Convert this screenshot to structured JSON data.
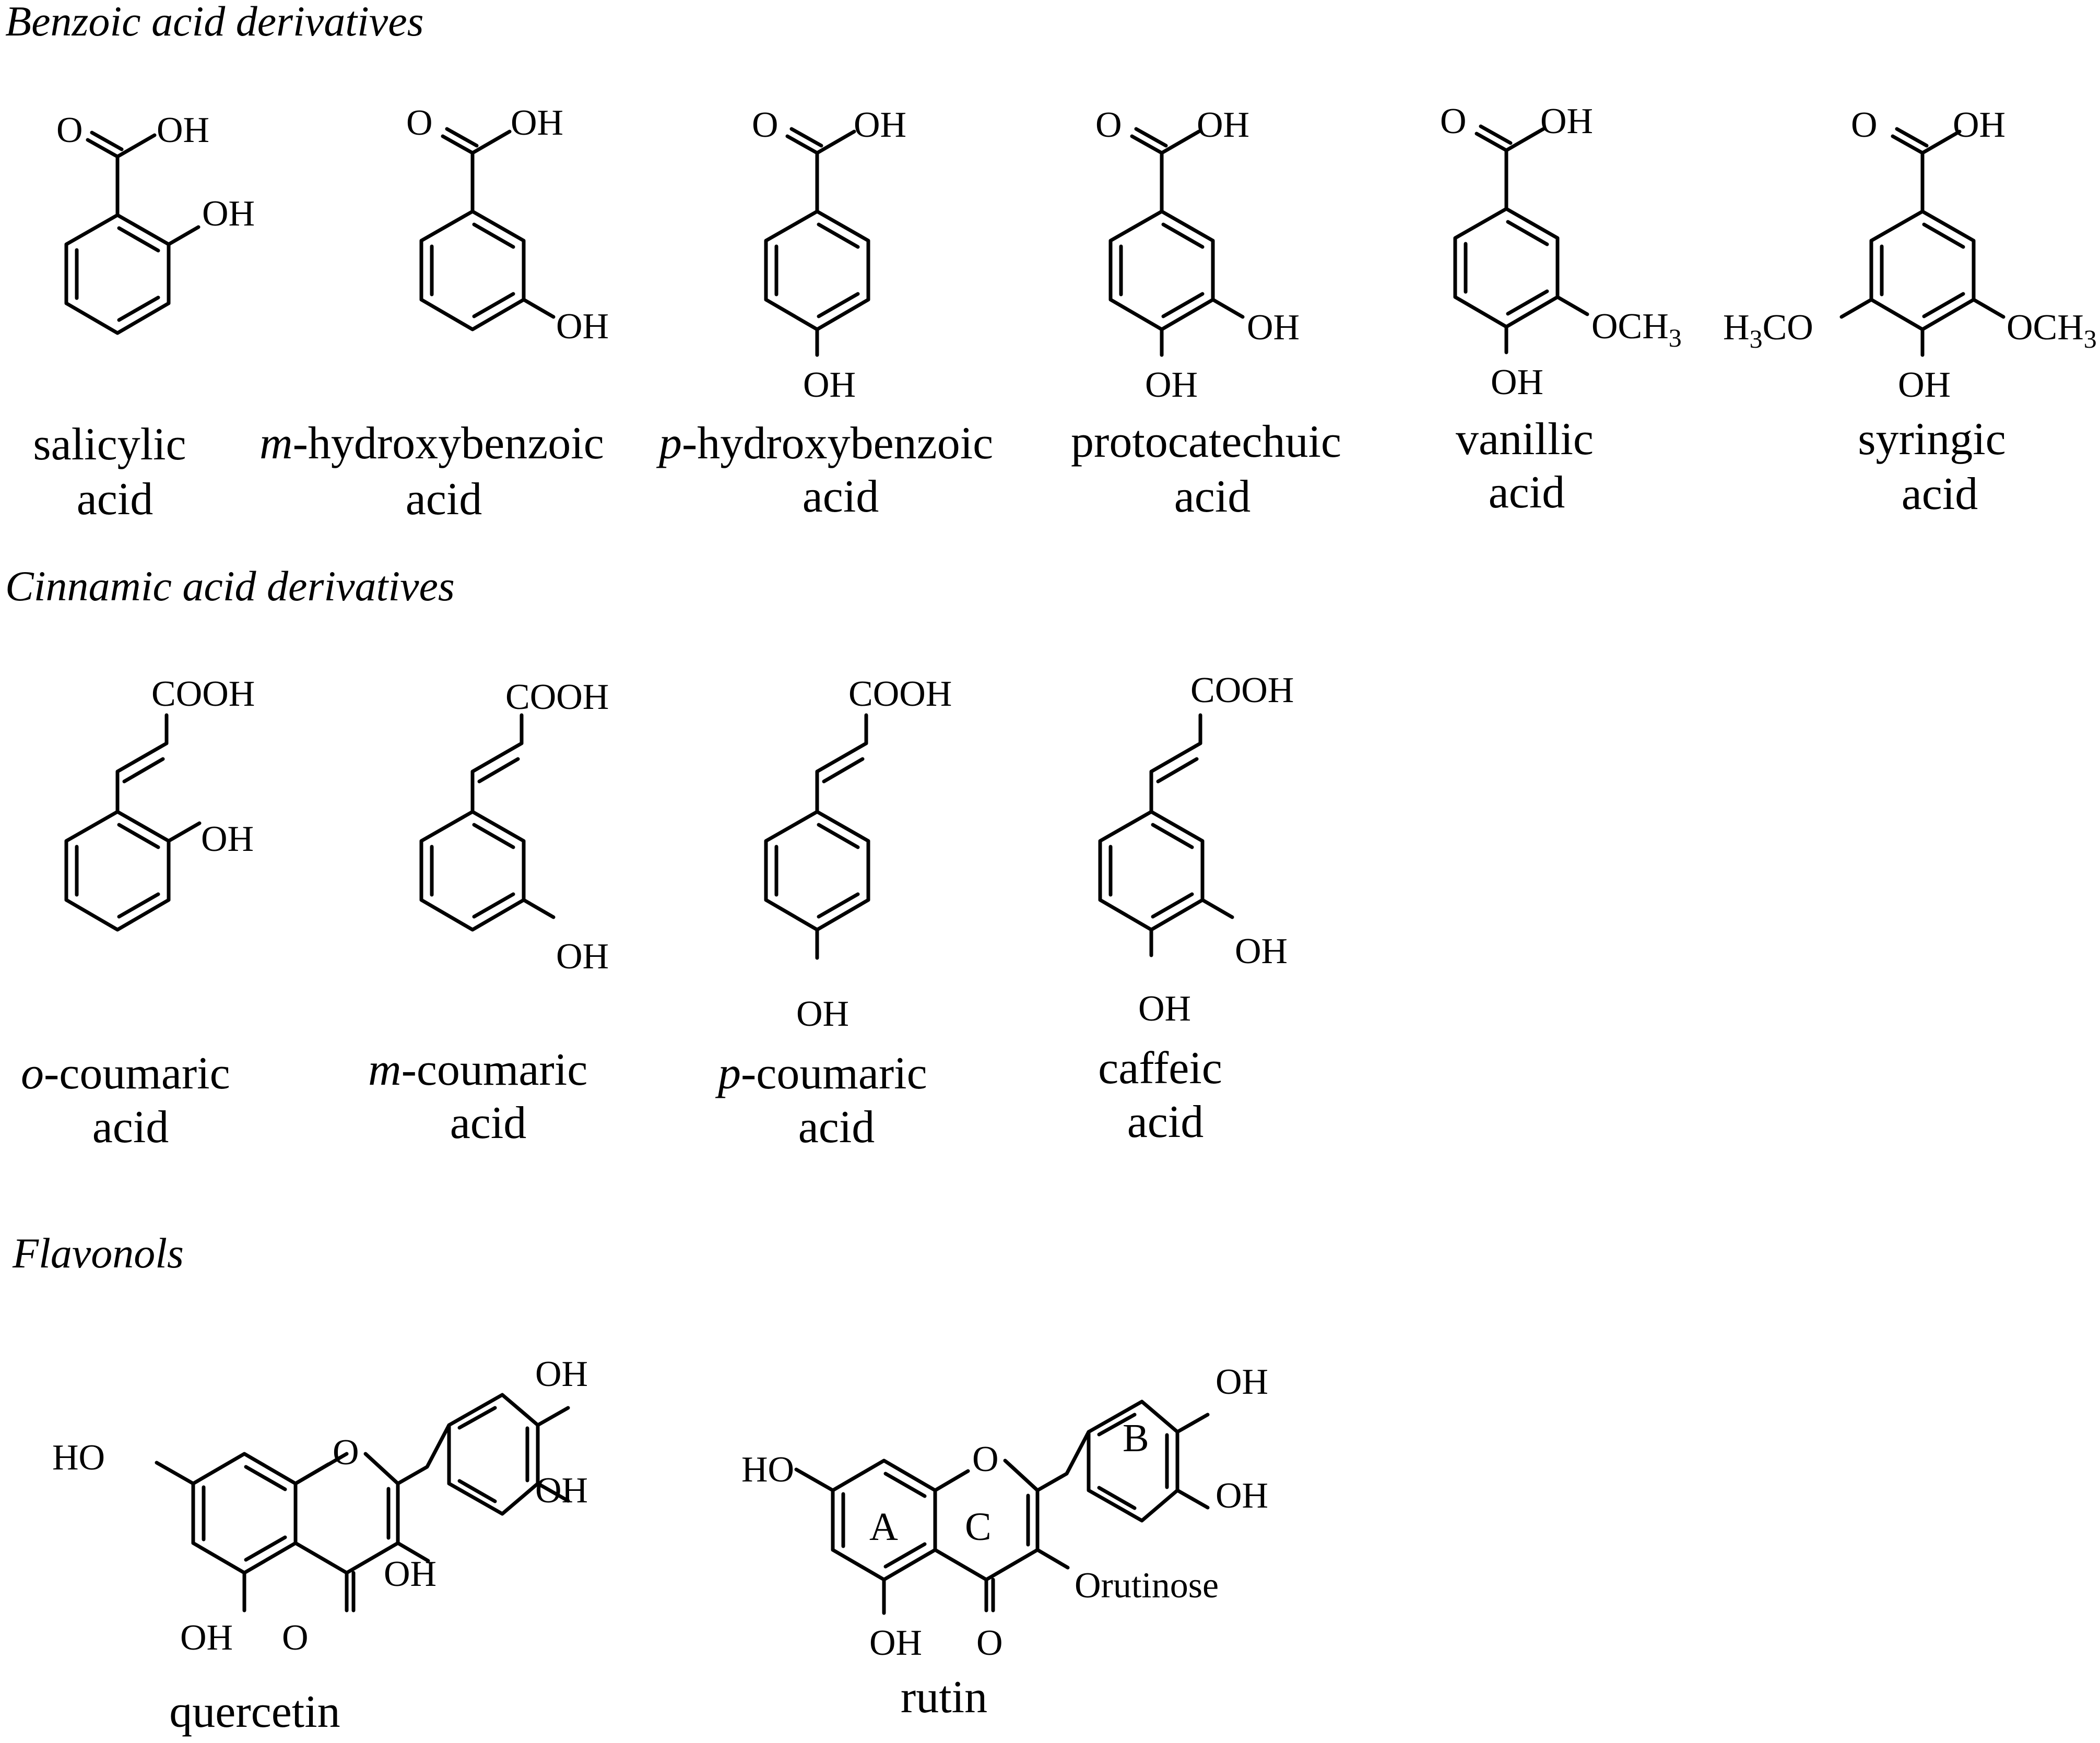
{
  "sections": {
    "benzoic": "Benzoic acid derivatives",
    "cinnamic": "Cinnamic acid derivatives",
    "flavonols": "Flavonols"
  },
  "atoms": {
    "o": "O",
    "oh": "OH",
    "ho": "HO",
    "cooh": "COOH",
    "och3_prefix": "OCH",
    "h3co_h": "H",
    "h3co_rest": "CO",
    "sub3": "3",
    "orutinose": "Orutinose"
  },
  "compounds": {
    "salicylic": {
      "line1": "salicylic",
      "line2": "acid"
    },
    "m_hydroxybenzoic": {
      "prefix": "m",
      "line1": "-hydroxybenzoic",
      "line2": "acid"
    },
    "p_hydroxybenzoic": {
      "prefix": "p",
      "line1": "-hydroxybenzoic",
      "line2": "acid"
    },
    "protocatechuic": {
      "line1": "protocatechuic",
      "line2": "acid"
    },
    "vanillic": {
      "line1": "vanillic",
      "line2": "acid"
    },
    "syringic": {
      "line1": "syringic",
      "line2": "acid"
    },
    "o_coumaric": {
      "prefix": "o",
      "line1": "-coumaric",
      "line2": "acid"
    },
    "m_coumaric": {
      "prefix": "m",
      "line1": "-coumaric",
      "line2": "acid"
    },
    "p_coumaric": {
      "prefix": "p",
      "line1": "-coumaric",
      "line2": "acid"
    },
    "caffeic": {
      "line1": "caffeic",
      "line2": "acid"
    },
    "quercetin": {
      "name": "quercetin"
    },
    "rutin": {
      "name": "rutin"
    }
  },
  "ring_labels": {
    "a": "A",
    "b": "B",
    "c": "C"
  }
}
